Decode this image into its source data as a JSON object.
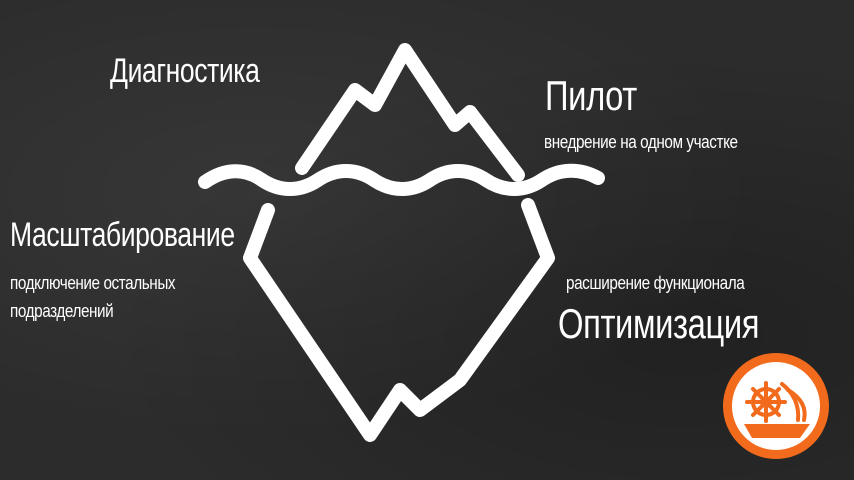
{
  "stages": {
    "diagnostics": {
      "title": "Диагностика"
    },
    "pilot": {
      "title": "Пилот",
      "subtitle": "внедрение на одном участке"
    },
    "scaling": {
      "title": "Масштабирование",
      "subtitle_line1": "подключение остальных",
      "subtitle_line2": "подразделений"
    },
    "optimization": {
      "title": "Оптимизация",
      "subtitle": "расширение функционала"
    }
  },
  "colors": {
    "background": "#2c2c2c",
    "lines": "#ffffff",
    "logo_accent": "#f26b1d"
  },
  "icons": {
    "iceberg": "iceberg-icon",
    "logo": "ship-wheel-logo-icon"
  }
}
